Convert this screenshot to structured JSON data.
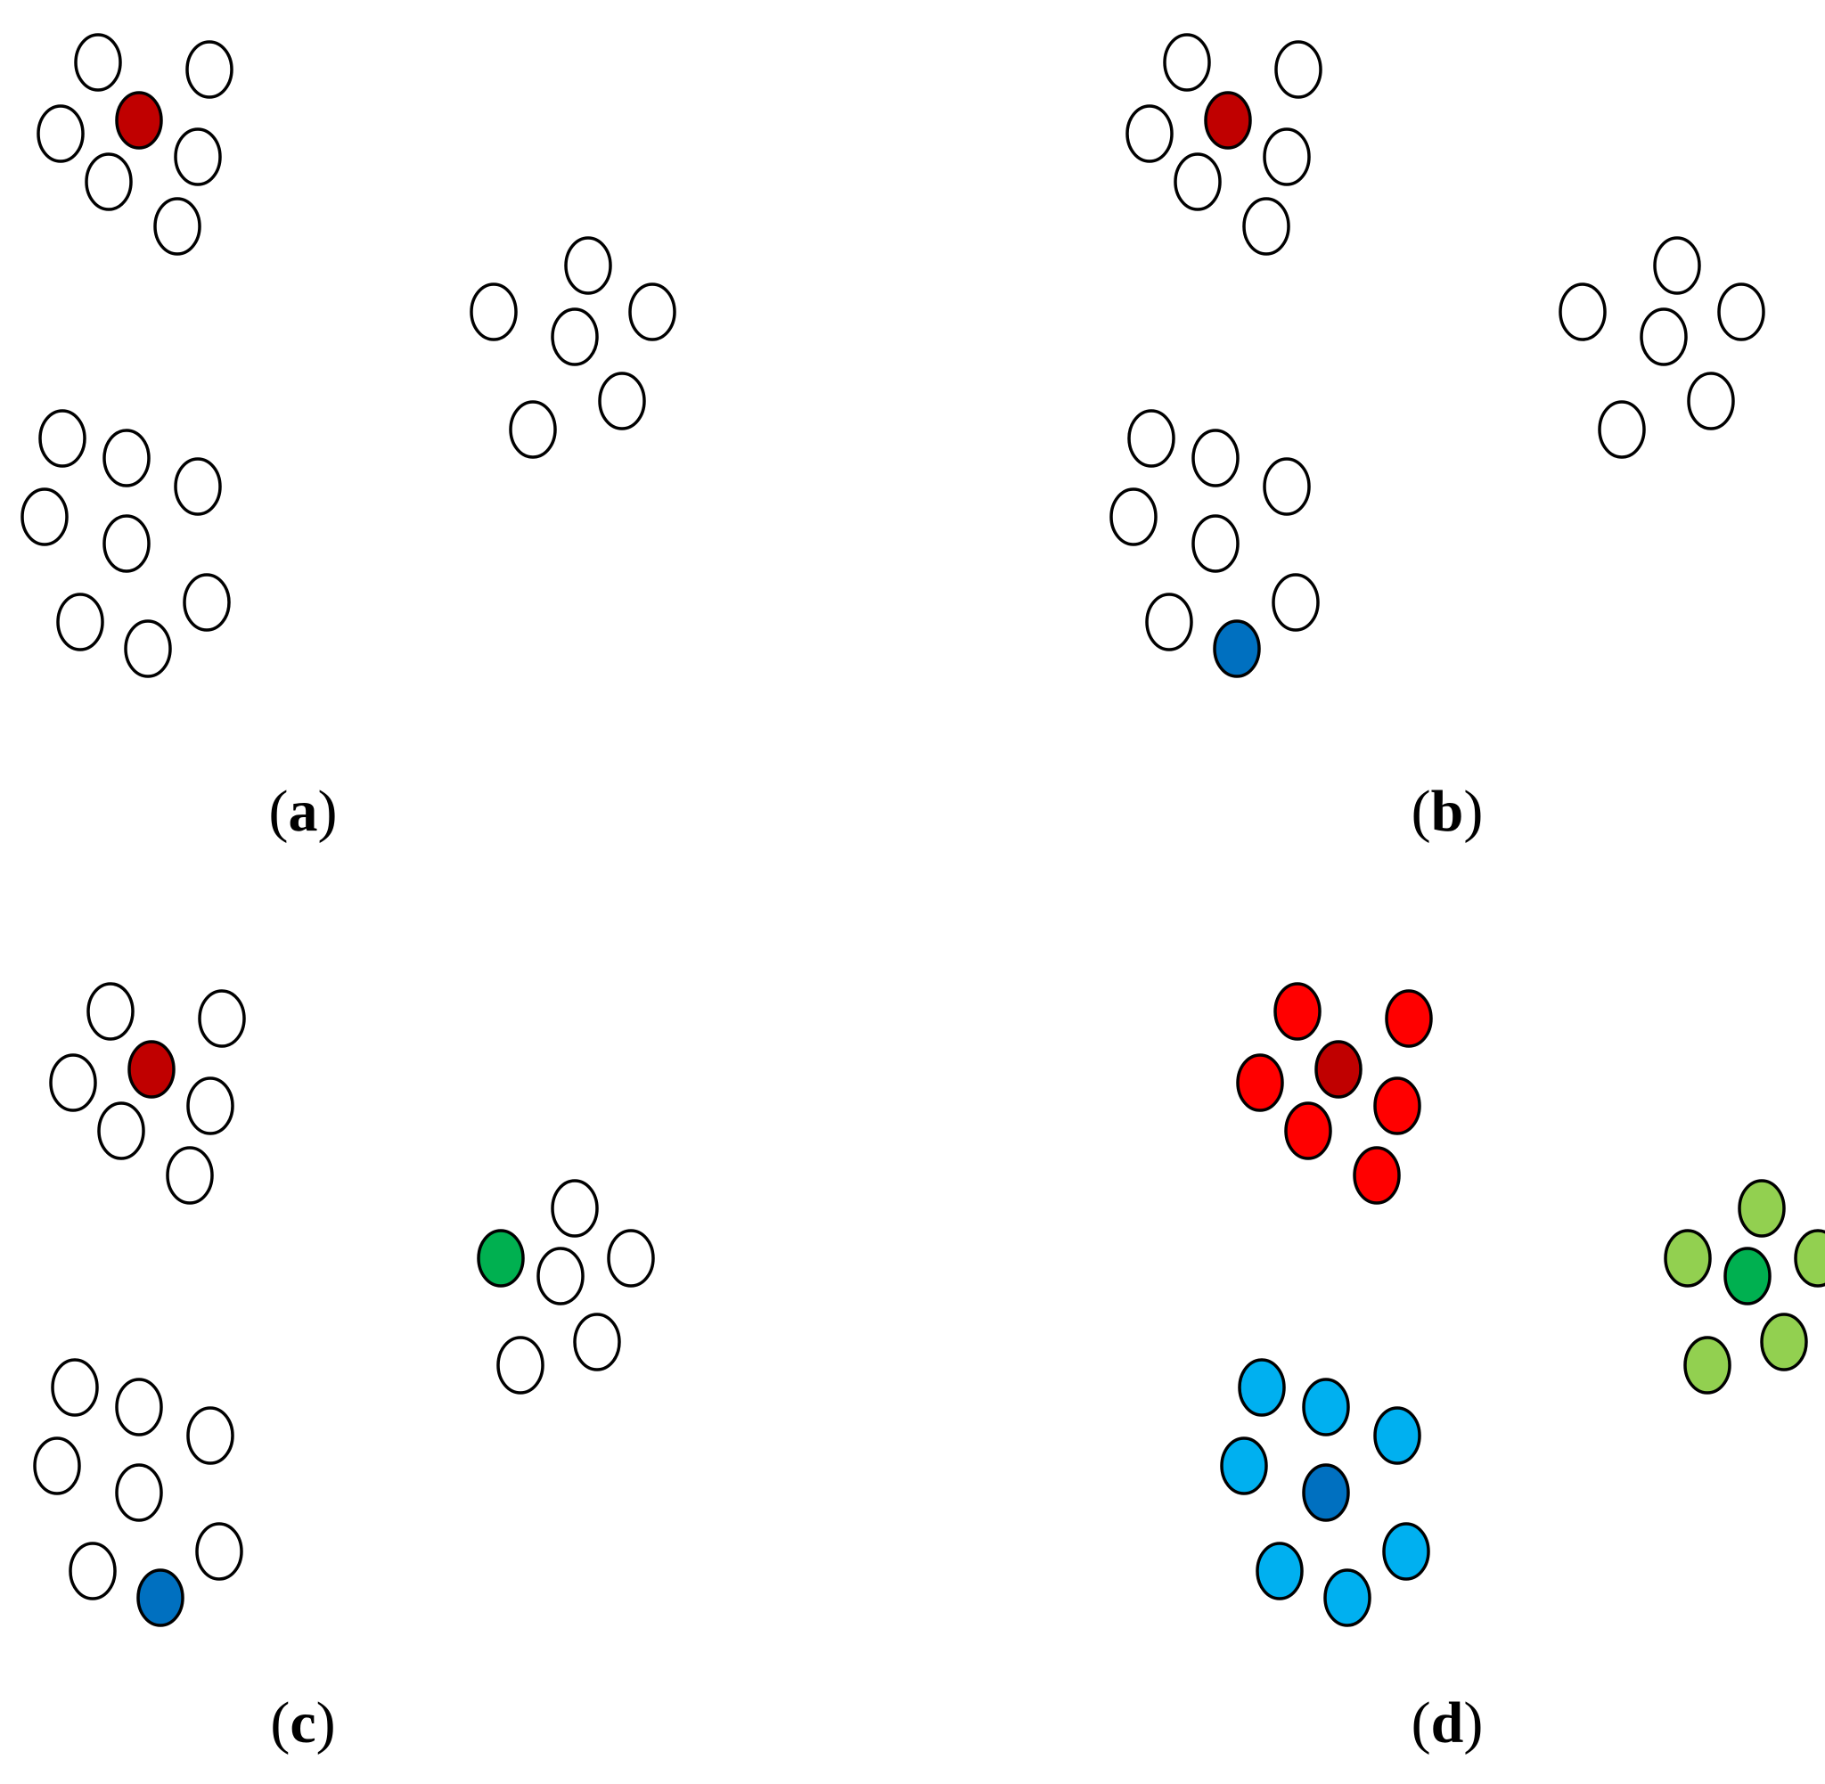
{
  "colors": {
    "empty_fill": "#ffffff",
    "outline": "#000000",
    "center_red": "#c00000",
    "center_blue": "#0070c0",
    "center_green": "#00b050",
    "member_red": "#ff0000",
    "member_blue": "#00b0f0",
    "member_green": "#92d050"
  },
  "panels": [
    {
      "id": "a",
      "label_open": "(",
      "label_letter": "a",
      "label_close": ")"
    },
    {
      "id": "b",
      "label_open": "(",
      "label_letter": "b",
      "label_close": ")"
    },
    {
      "id": "c",
      "label_open": "(",
      "label_letter": "c",
      "label_close": ")"
    },
    {
      "id": "d",
      "label_open": "(",
      "label_letter": "d",
      "label_close": ")"
    }
  ]
}
